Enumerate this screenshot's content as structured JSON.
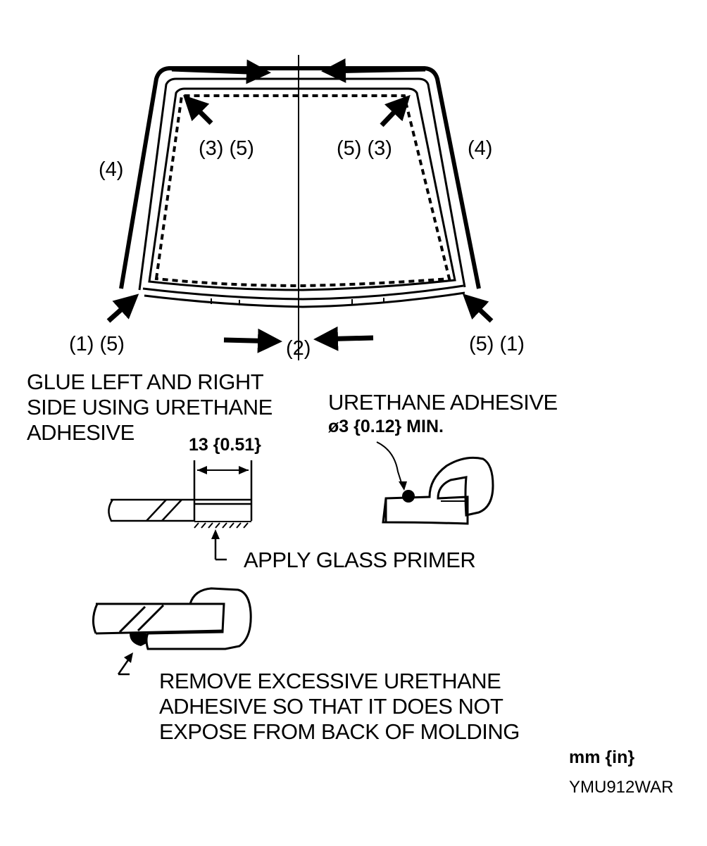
{
  "callouts": {
    "c3_5_left": "(3) (5)",
    "c5_3_right": "(5) (3)",
    "c4_left": "(4)",
    "c4_right": "(4)",
    "c1_5_left": "(1) (5)",
    "c5_1_right": "(5) (1)",
    "c2": "(2)"
  },
  "notes": {
    "glue": [
      "GLUE LEFT AND RIGHT",
      "SIDE USING URETHANE",
      "ADHESIVE"
    ],
    "urethane_adhesive": "URETHANE ADHESIVE",
    "diameter_spec": "ø3 {0.12} MIN.",
    "dimension": "13 {0.51}",
    "apply_primer": "APPLY GLASS PRIMER",
    "remove": [
      "REMOVE EXCESSIVE URETHANE",
      "ADHESIVE SO THAT IT DOES NOT",
      "EXPOSE FROM BACK OF MOLDING"
    ],
    "units": "mm {in}",
    "figure_code": "YMU912WAR"
  },
  "colors": {
    "ink": "#000000",
    "paper": "#ffffff"
  }
}
